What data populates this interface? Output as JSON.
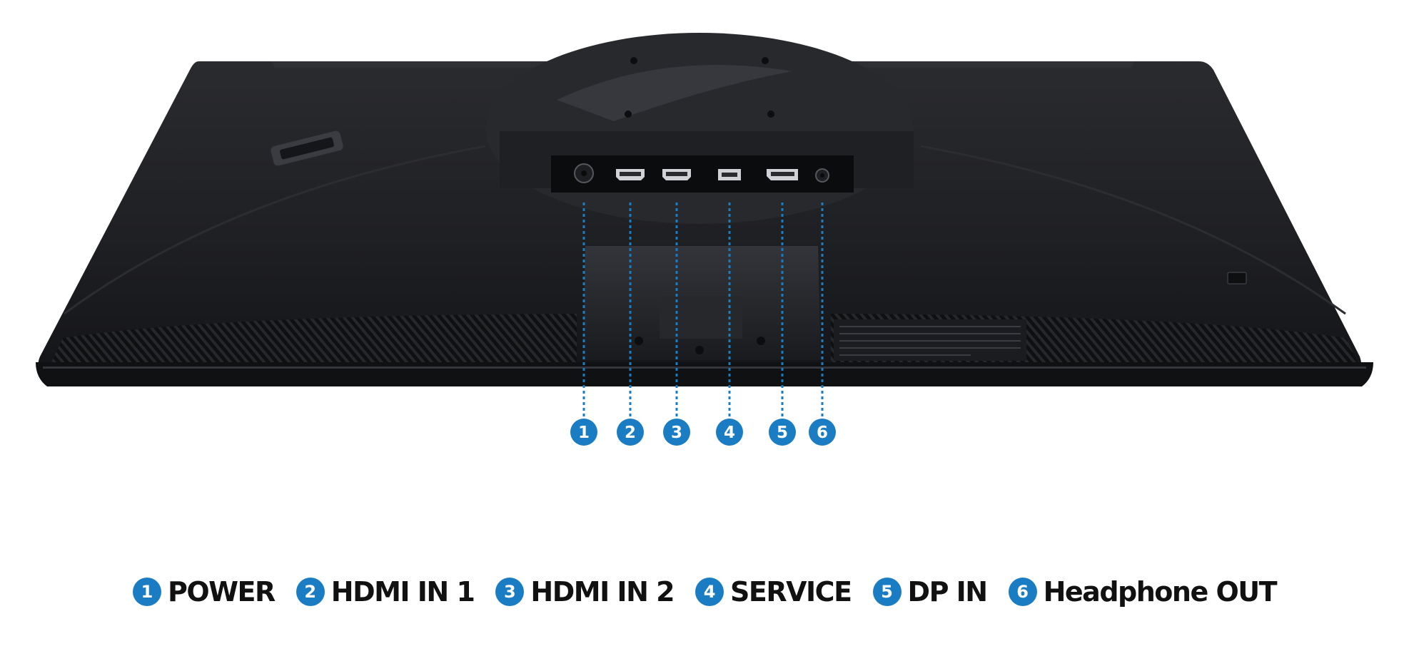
{
  "colors": {
    "background": "#ffffff",
    "monitor_body": "#1c1d20",
    "monitor_dark": "#0c0d0f",
    "callout_blue": "#1a7dc4",
    "legend_text": "#111111"
  },
  "ports": [
    {
      "number": "1",
      "label": "POWER",
      "icon": "power-port-icon"
    },
    {
      "number": "2",
      "label": "HDMI IN 1",
      "icon": "hdmi-port-icon"
    },
    {
      "number": "3",
      "label": "HDMI IN 2",
      "icon": "hdmi-port-icon"
    },
    {
      "number": "4",
      "label": "SERVICE",
      "icon": "usb-port-icon"
    },
    {
      "number": "5",
      "label": "DP IN",
      "icon": "displayport-icon"
    },
    {
      "number": "6",
      "label": "Headphone OUT",
      "icon": "headphone-jack-icon"
    }
  ]
}
